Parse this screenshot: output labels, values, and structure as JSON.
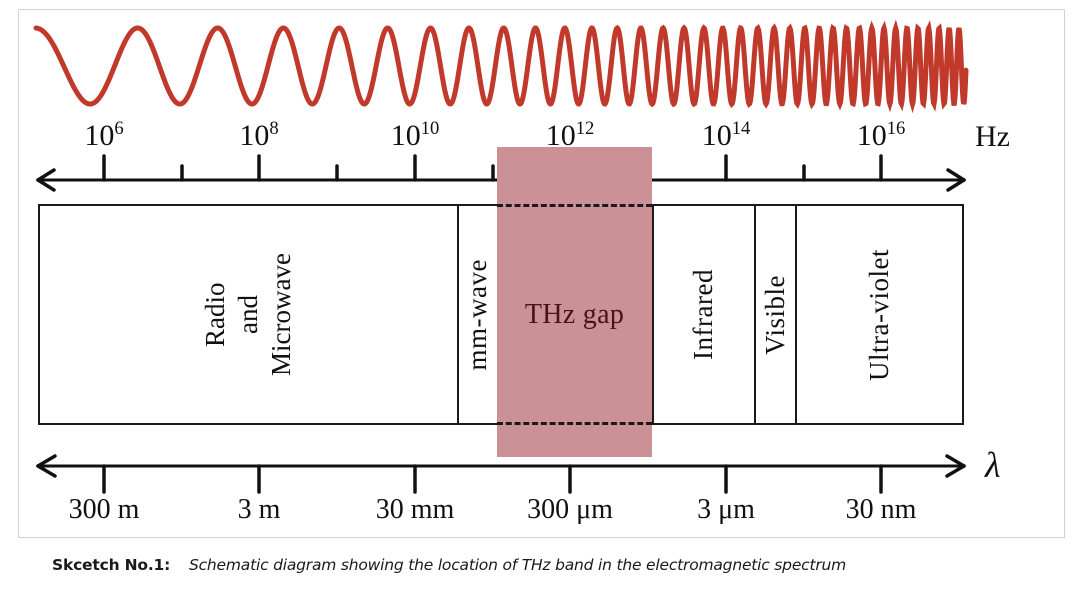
{
  "figure": {
    "caption_prefix": "Skcetch No.1:",
    "caption_text": "Schematic diagram showing the location of THz band in the electromagnetic spectrum"
  },
  "colors": {
    "wave": "#c0392b",
    "thz_highlight": "#cc9097",
    "thz_text": "#4a1416",
    "axis": "#111111",
    "frame": "#d2d2d2"
  },
  "frequency_axis": {
    "unit": "Hz",
    "direction": "double-arrow",
    "major_labels": [
      "10⁶",
      "10⁸",
      "10¹⁰",
      "10¹²",
      "10¹⁴",
      "10¹⁶"
    ],
    "major_mantissa": [
      "10",
      "10",
      "10",
      "10",
      "10",
      "10"
    ],
    "major_exponents": [
      "6",
      "8",
      "10",
      "12",
      "14",
      "16"
    ]
  },
  "wavelength_axis": {
    "unit": "λ",
    "direction": "double-arrow",
    "labels": [
      "300 m",
      "3 m",
      "30 mm",
      "300 μm",
      "3 μm",
      "30 nm"
    ]
  },
  "bands": [
    {
      "name": "radio-and-microwave",
      "label": "Radio\nand\nMicrowave",
      "multiline": true
    },
    {
      "name": "mm-wave",
      "label": "mm-wave",
      "multiline": false
    },
    {
      "name": "thz-gap",
      "label": "THz gap",
      "multiline": false
    },
    {
      "name": "infrared",
      "label": "Infrared",
      "multiline": false
    },
    {
      "name": "visible",
      "label": "Visible",
      "multiline": false
    },
    {
      "name": "ultra-violet",
      "label": "Ultra-violet",
      "multiline": false
    }
  ],
  "chart_data": {
    "type": "diagram",
    "title": "Electromagnetic spectrum with THz gap",
    "xlabel_top": "Hz",
    "xlabel_bottom": "λ",
    "freq_ticks": [
      "10⁶",
      "10⁸",
      "10¹⁰",
      "10¹²",
      "10¹⁴",
      "10¹⁶"
    ],
    "wavelength_ticks": [
      "300 m",
      "3 m",
      "30 mm",
      "300 μm",
      "3 μm",
      "30 nm"
    ],
    "band_names": [
      "Radio and Microwave",
      "mm-wave",
      "THz gap",
      "Infrared",
      "Visible",
      "Ultra-violet"
    ],
    "highlight_band": "THz gap"
  }
}
